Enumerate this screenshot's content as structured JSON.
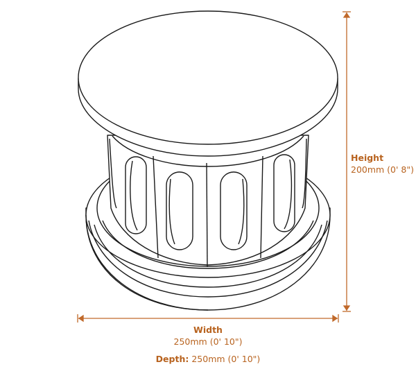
{
  "diagram": {
    "subject": "round pedestal / plinth with arched-window column and stepped base",
    "line_color": "#1a1a1a",
    "dimension_color": "#c0692a"
  },
  "dimensions": {
    "height": {
      "label": "Height",
      "value": "200mm (0' 8\")"
    },
    "width": {
      "label": "Width",
      "value": "250mm (0' 10\")"
    },
    "depth": {
      "label": "Depth:",
      "value": "250mm (0' 10\")"
    }
  }
}
